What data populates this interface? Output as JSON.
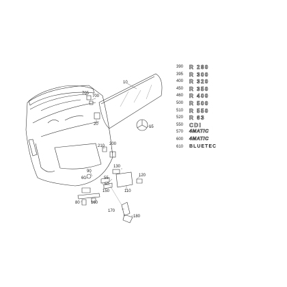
{
  "callouts": {
    "c10": "10",
    "c15": "15",
    "c20": "20",
    "c60": "60",
    "c80": "80",
    "c90": "90",
    "c110": "110",
    "c120": "120",
    "c130": "130",
    "c150": "150",
    "c160": "160",
    "c170": "170",
    "c180": "180",
    "c200": "200",
    "c210": "210",
    "c700": "700",
    "c705": "705",
    "c55": "55",
    "c50": "50"
  },
  "badges": [
    {
      "number": "390",
      "text": "R 280"
    },
    {
      "number": "395",
      "text": "R 300"
    },
    {
      "number": "400",
      "text": "R 320"
    },
    {
      "number": "450",
      "text": "R 350"
    },
    {
      "number": "460",
      "text": "R 400"
    },
    {
      "number": "500",
      "text": "R 500"
    },
    {
      "number": "510",
      "text": "R 550"
    },
    {
      "number": "520",
      "text": "R 63"
    },
    {
      "number": "550",
      "text": "CDI"
    },
    {
      "number": "570",
      "text": "4MATIC"
    },
    {
      "number": "600",
      "text": "4MATIC"
    },
    {
      "number": "610",
      "text": "BLUETEC"
    }
  ]
}
